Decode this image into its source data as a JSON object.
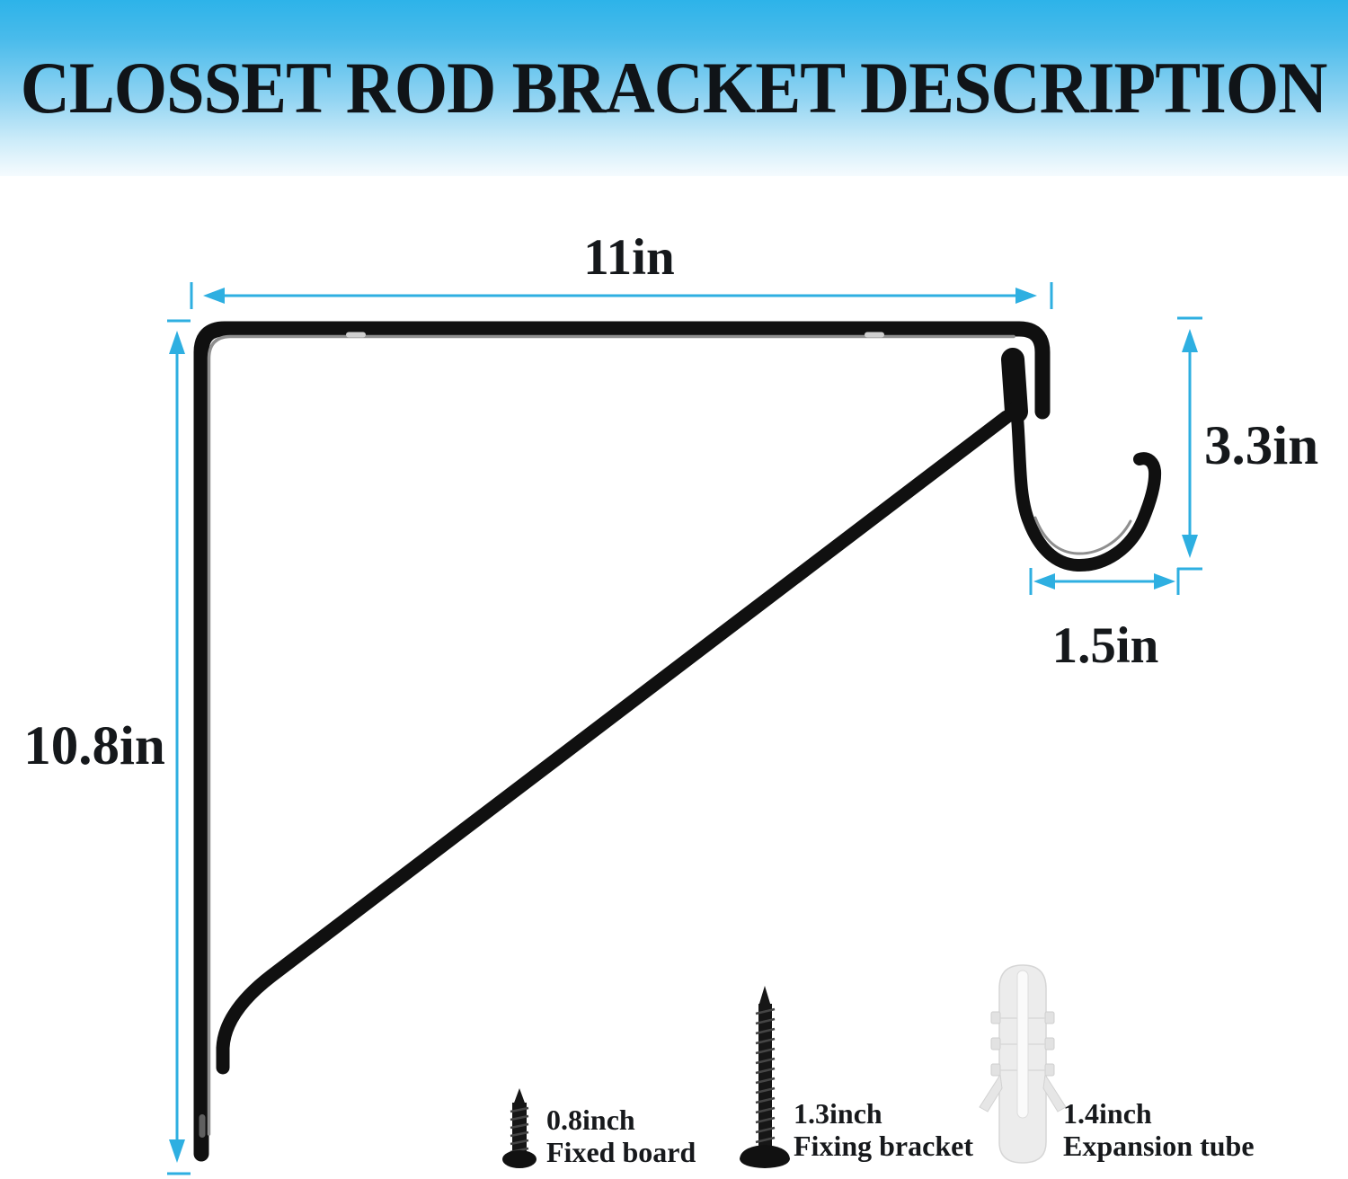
{
  "header": {
    "title": "CLOSSET ROD BRACKET DESCRIPTION"
  },
  "diagram": {
    "type": "product-dimension-drawing",
    "product": "closet rod bracket",
    "accent_color": "#2EAFE1",
    "bracket_color": "#111111",
    "dimensions": {
      "overall_width": "11in",
      "overall_height": "10.8in",
      "hook_height": "3.3in",
      "hook_width": "1.5in"
    }
  },
  "hardware": {
    "items": [
      {
        "icon": "small-screw-icon",
        "size": "0.8inch",
        "name": "Fixed board"
      },
      {
        "icon": "long-screw-icon",
        "size": "1.3inch",
        "name": "Fixing bracket"
      },
      {
        "icon": "wall-anchor-icon",
        "size": "1.4inch",
        "name": "Expansion tube"
      }
    ]
  }
}
